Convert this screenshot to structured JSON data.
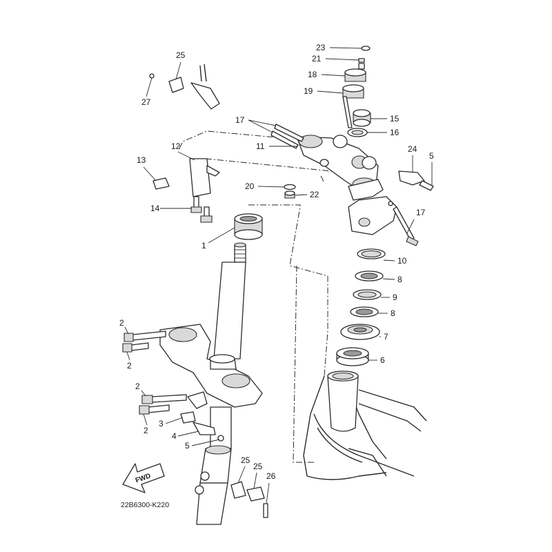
{
  "diagram": {
    "reference_code": "22B6300-K220",
    "fwd_label": "FWD",
    "callouts": [
      {
        "id": "c23",
        "text": "23"
      },
      {
        "id": "c21",
        "text": "21"
      },
      {
        "id": "c18",
        "text": "18"
      },
      {
        "id": "c19",
        "text": "19"
      },
      {
        "id": "c15",
        "text": "15"
      },
      {
        "id": "c16",
        "text": "16"
      },
      {
        "id": "c17a",
        "text": "17"
      },
      {
        "id": "c11",
        "text": "11"
      },
      {
        "id": "c24",
        "text": "24"
      },
      {
        "id": "c5a",
        "text": "5"
      },
      {
        "id": "c25a",
        "text": "25"
      },
      {
        "id": "c27",
        "text": "27"
      },
      {
        "id": "c12",
        "text": "12"
      },
      {
        "id": "c13",
        "text": "13"
      },
      {
        "id": "c20",
        "text": "20"
      },
      {
        "id": "c22",
        "text": "22"
      },
      {
        "id": "c14",
        "text": "14"
      },
      {
        "id": "c17b",
        "text": "17"
      },
      {
        "id": "c1",
        "text": "1"
      },
      {
        "id": "c10",
        "text": "10"
      },
      {
        "id": "c8a",
        "text": "8"
      },
      {
        "id": "c9",
        "text": "9"
      },
      {
        "id": "c8b",
        "text": "8"
      },
      {
        "id": "c7",
        "text": "7"
      },
      {
        "id": "c6",
        "text": "6"
      },
      {
        "id": "c2a",
        "text": "2"
      },
      {
        "id": "c2b",
        "text": "2"
      },
      {
        "id": "c2c",
        "text": "2"
      },
      {
        "id": "c2d",
        "text": "2"
      },
      {
        "id": "c3",
        "text": "3"
      },
      {
        "id": "c4",
        "text": "4"
      },
      {
        "id": "c5b",
        "text": "5"
      },
      {
        "id": "c25b",
        "text": "25"
      },
      {
        "id": "c25c",
        "text": "25"
      },
      {
        "id": "c26",
        "text": "26"
      }
    ]
  }
}
